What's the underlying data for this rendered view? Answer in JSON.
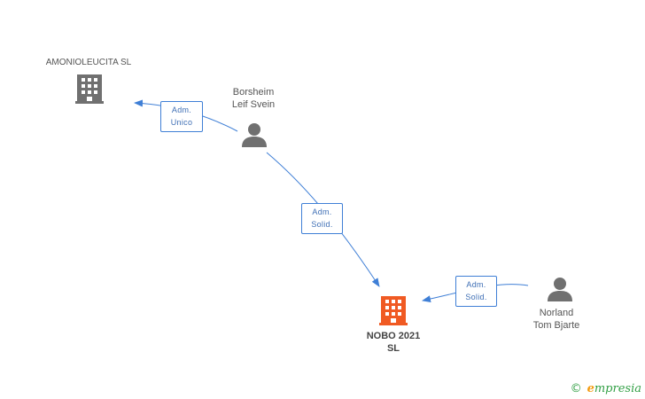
{
  "nodes": {
    "amonioleucita": {
      "label": "AMONIOLEUCITA SL",
      "type": "company",
      "color": "#707070"
    },
    "borsheim": {
      "line1": "Borsheim",
      "line2": "Leif Svein",
      "type": "person",
      "color": "#707070"
    },
    "nobo": {
      "line1": "NOBO 2021",
      "line2": "SL",
      "type": "company",
      "color": "#f05a23"
    },
    "norland": {
      "line1": "Norland",
      "line2": "Tom Bjarte",
      "type": "person",
      "color": "#707070"
    }
  },
  "edges": [
    {
      "from": "borsheim",
      "to": "amonioleucita",
      "label_line1": "Adm.",
      "label_line2": "Unico"
    },
    {
      "from": "borsheim",
      "to": "nobo",
      "label_line1": "Adm.",
      "label_line2": "Solid."
    },
    {
      "from": "norland",
      "to": "nobo",
      "label_line1": "Adm.",
      "label_line2": "Solid."
    }
  ],
  "colors": {
    "edge": "#3f7fd6"
  },
  "footer": {
    "copyright": "©",
    "brand_initial": "e",
    "brand_rest": "mpresia"
  }
}
